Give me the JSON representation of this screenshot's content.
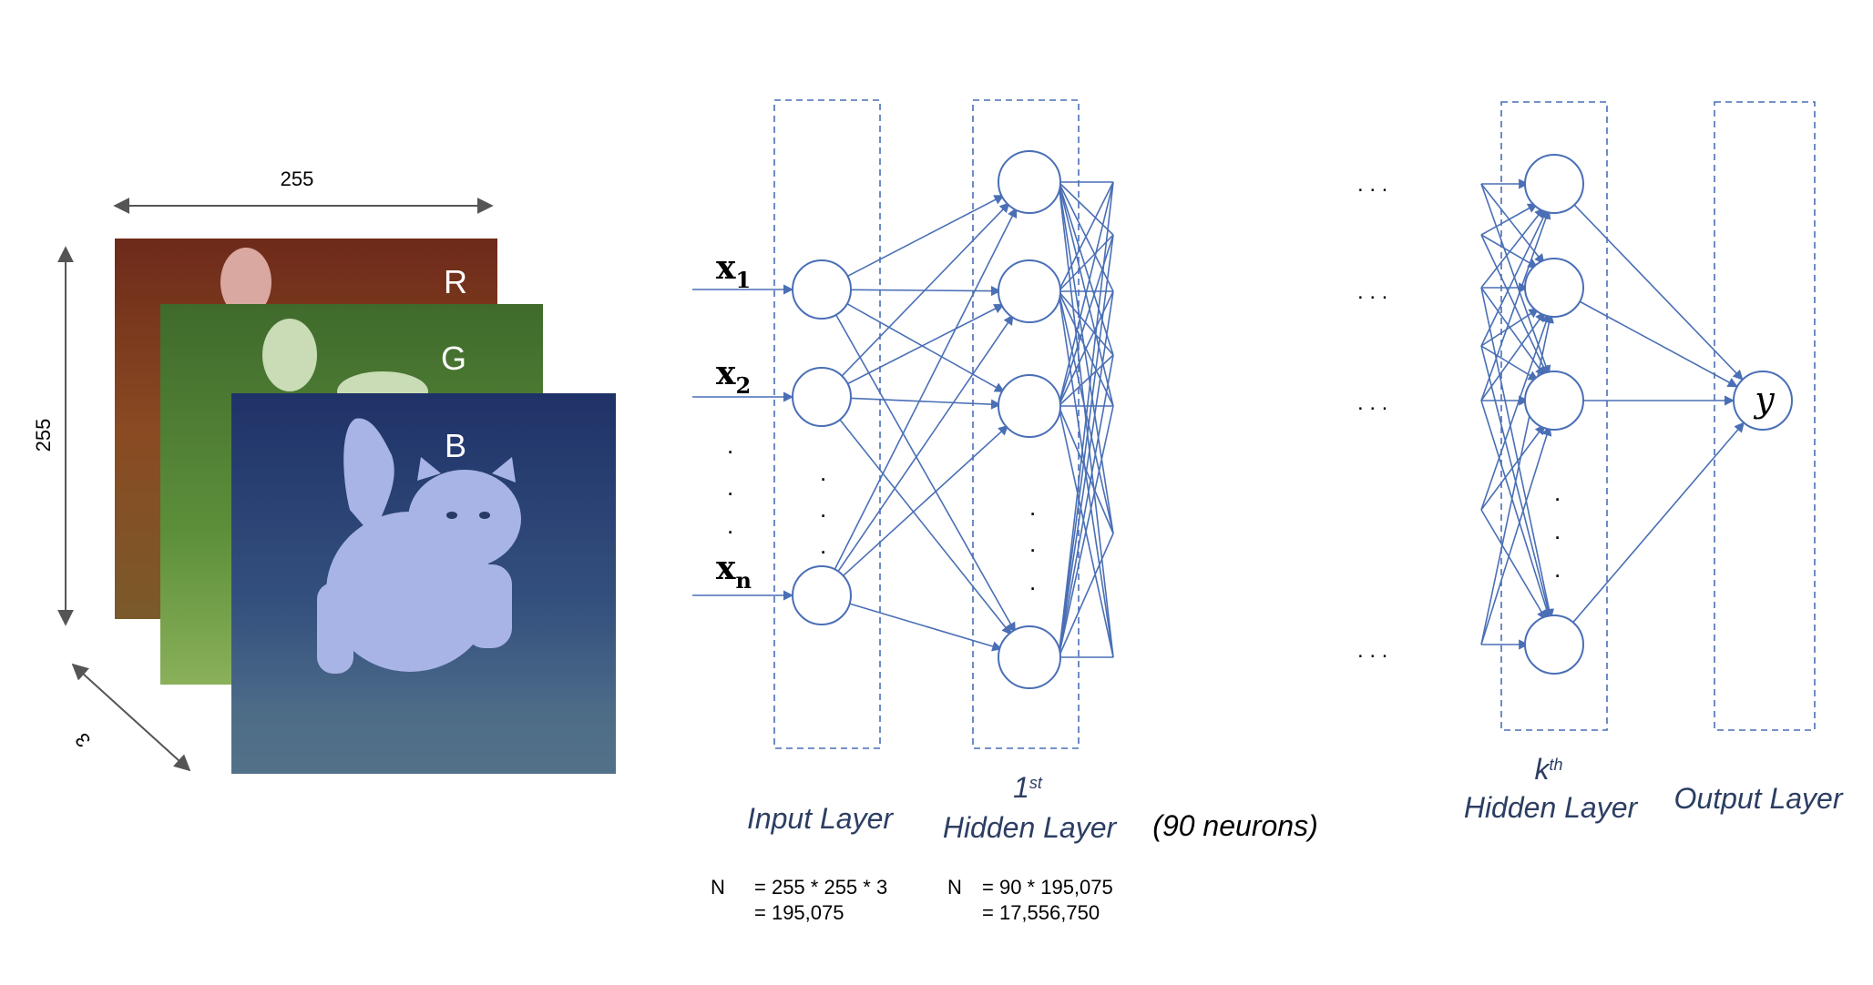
{
  "image": {
    "width_label": "255",
    "height_label": "255",
    "depth_label": "3",
    "channels": [
      {
        "name": "R",
        "color": "#7a2b1c"
      },
      {
        "name": "G",
        "color": "#4f7d2e"
      },
      {
        "name": "B",
        "color": "#2b3f7a"
      }
    ]
  },
  "network": {
    "inputs": [
      {
        "symbol": "x",
        "sub": "1"
      },
      {
        "symbol": "x",
        "sub": "2"
      },
      {
        "symbol": "x",
        "sub": "n"
      }
    ],
    "output_symbol": "y",
    "layers": {
      "input": "Input Layer",
      "hidden1_sup": "st",
      "hidden1_num": "1",
      "hidden1": "Hidden Layer",
      "hidden1_note": "(90 neurons)",
      "hiddenk_pre": "k",
      "hiddenk_sup": "th",
      "hiddenk": "Hidden Layer",
      "output": "Output Layer"
    },
    "dots": ". . ."
  },
  "formulas": {
    "input": {
      "n": "N",
      "line1": "= 255 * 255 * 3",
      "line2": "= 195,075"
    },
    "hidden": {
      "n": "N",
      "line1": "= 90 * 195,075",
      "line2": "= 17,556,750"
    }
  },
  "colors": {
    "network": "#4a6fb5",
    "layer_label": "#2c3e63"
  }
}
